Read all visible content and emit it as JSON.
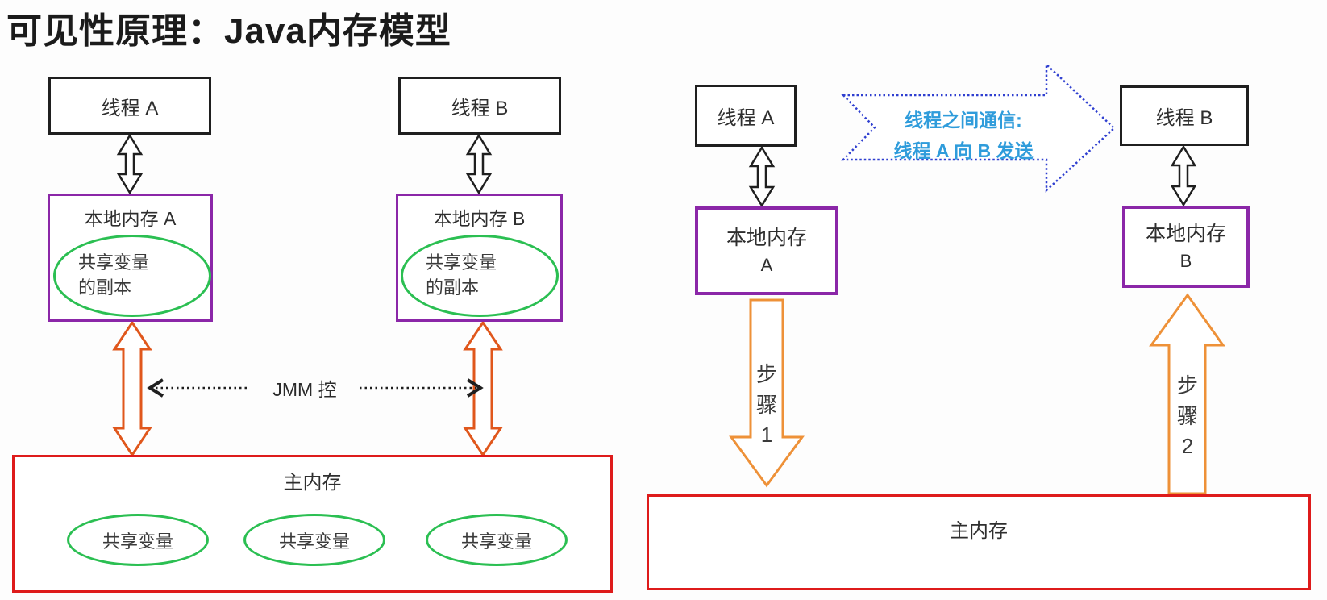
{
  "title": "可见性原理：Java内存模型",
  "palette": {
    "title_text": "#1b1b1b",
    "box_border_black": "#1f1f1f",
    "purple_border": "#8b27a8",
    "green_ellipse": "#2bbf52",
    "red_border": "#de1b1b",
    "orange_arrow_left": "#e0571c",
    "orange_arrow_right": "#ee9138",
    "blue_arrow_outline": "#2f3fd0",
    "blue_text": "#2f9cdb",
    "background": "#fdfdfd"
  },
  "left": {
    "thread_a": "线程 A",
    "thread_b": "线程 B",
    "local_mem_a": "本地内存 A",
    "local_mem_b": "本地内存 B",
    "copy_lines": [
      "共享变量",
      "的副本"
    ],
    "jmm": "JMM 控",
    "main_memory": "主内存",
    "shared_vars": [
      "共享变量",
      "共享变量",
      "共享变量"
    ]
  },
  "right": {
    "thread_a": "线程 A",
    "thread_b": "线程 B",
    "comm_lines": [
      "线程之间通信:",
      "线程 A 向 B 发送"
    ],
    "local_mem_a_lines": [
      "本地内存",
      "A"
    ],
    "local_mem_b_lines": [
      "本地内存",
      "B"
    ],
    "step1": "步骤1",
    "step2": "步骤2",
    "main_memory": "主内存"
  }
}
